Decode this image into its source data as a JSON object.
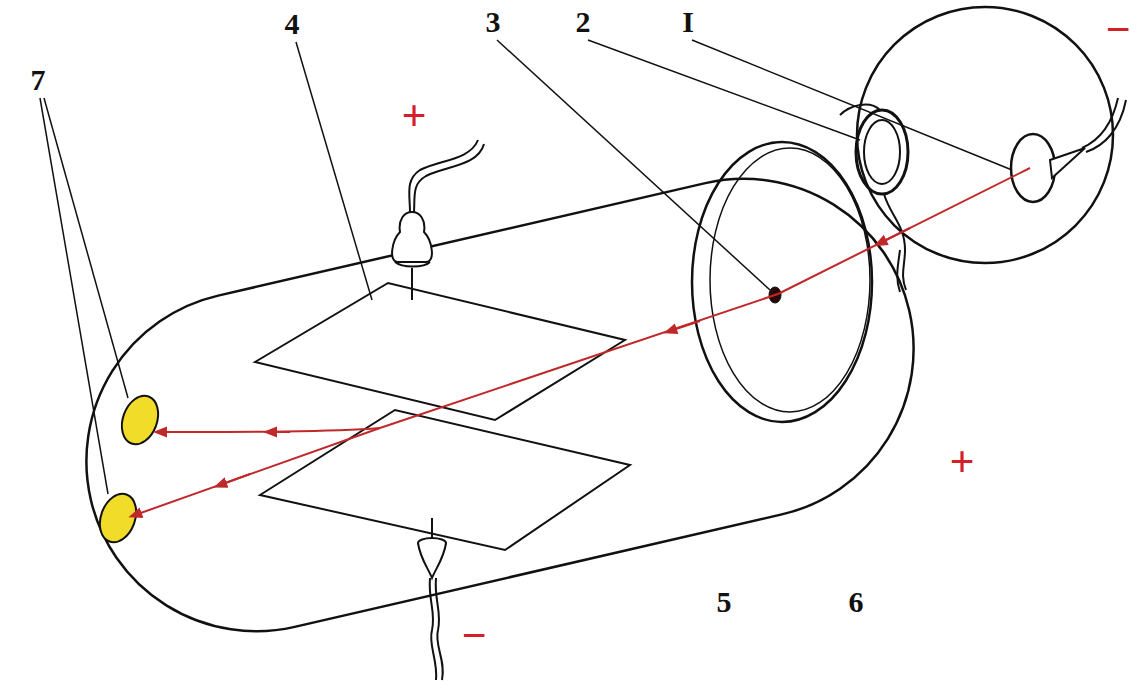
{
  "diagram": {
    "labels": [
      "4",
      "3",
      "2",
      "I",
      "−",
      "7",
      "+",
      "+",
      "5",
      "6",
      "−"
    ]
  }
}
